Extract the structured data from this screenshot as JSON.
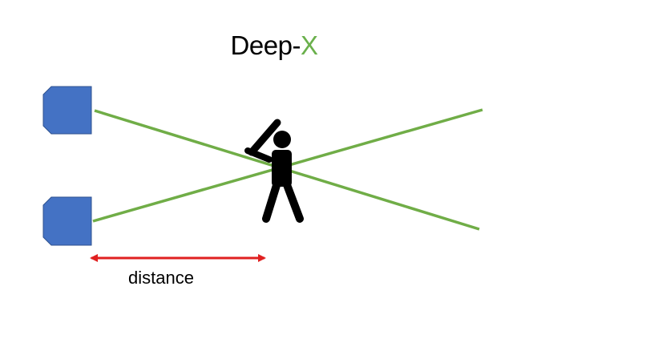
{
  "title": {
    "prefix": "Deep-",
    "accent": "X"
  },
  "labels": {
    "distance": "distance"
  },
  "colors": {
    "sensor": "#4472c4",
    "sensor_border": "#2f528f",
    "beam": "#70ad47",
    "arrow": "#e02020",
    "person": "#000000",
    "title_accent": "#70ad47"
  },
  "icons": {
    "sensor": "sensor-icon",
    "person": "batter-icon"
  }
}
